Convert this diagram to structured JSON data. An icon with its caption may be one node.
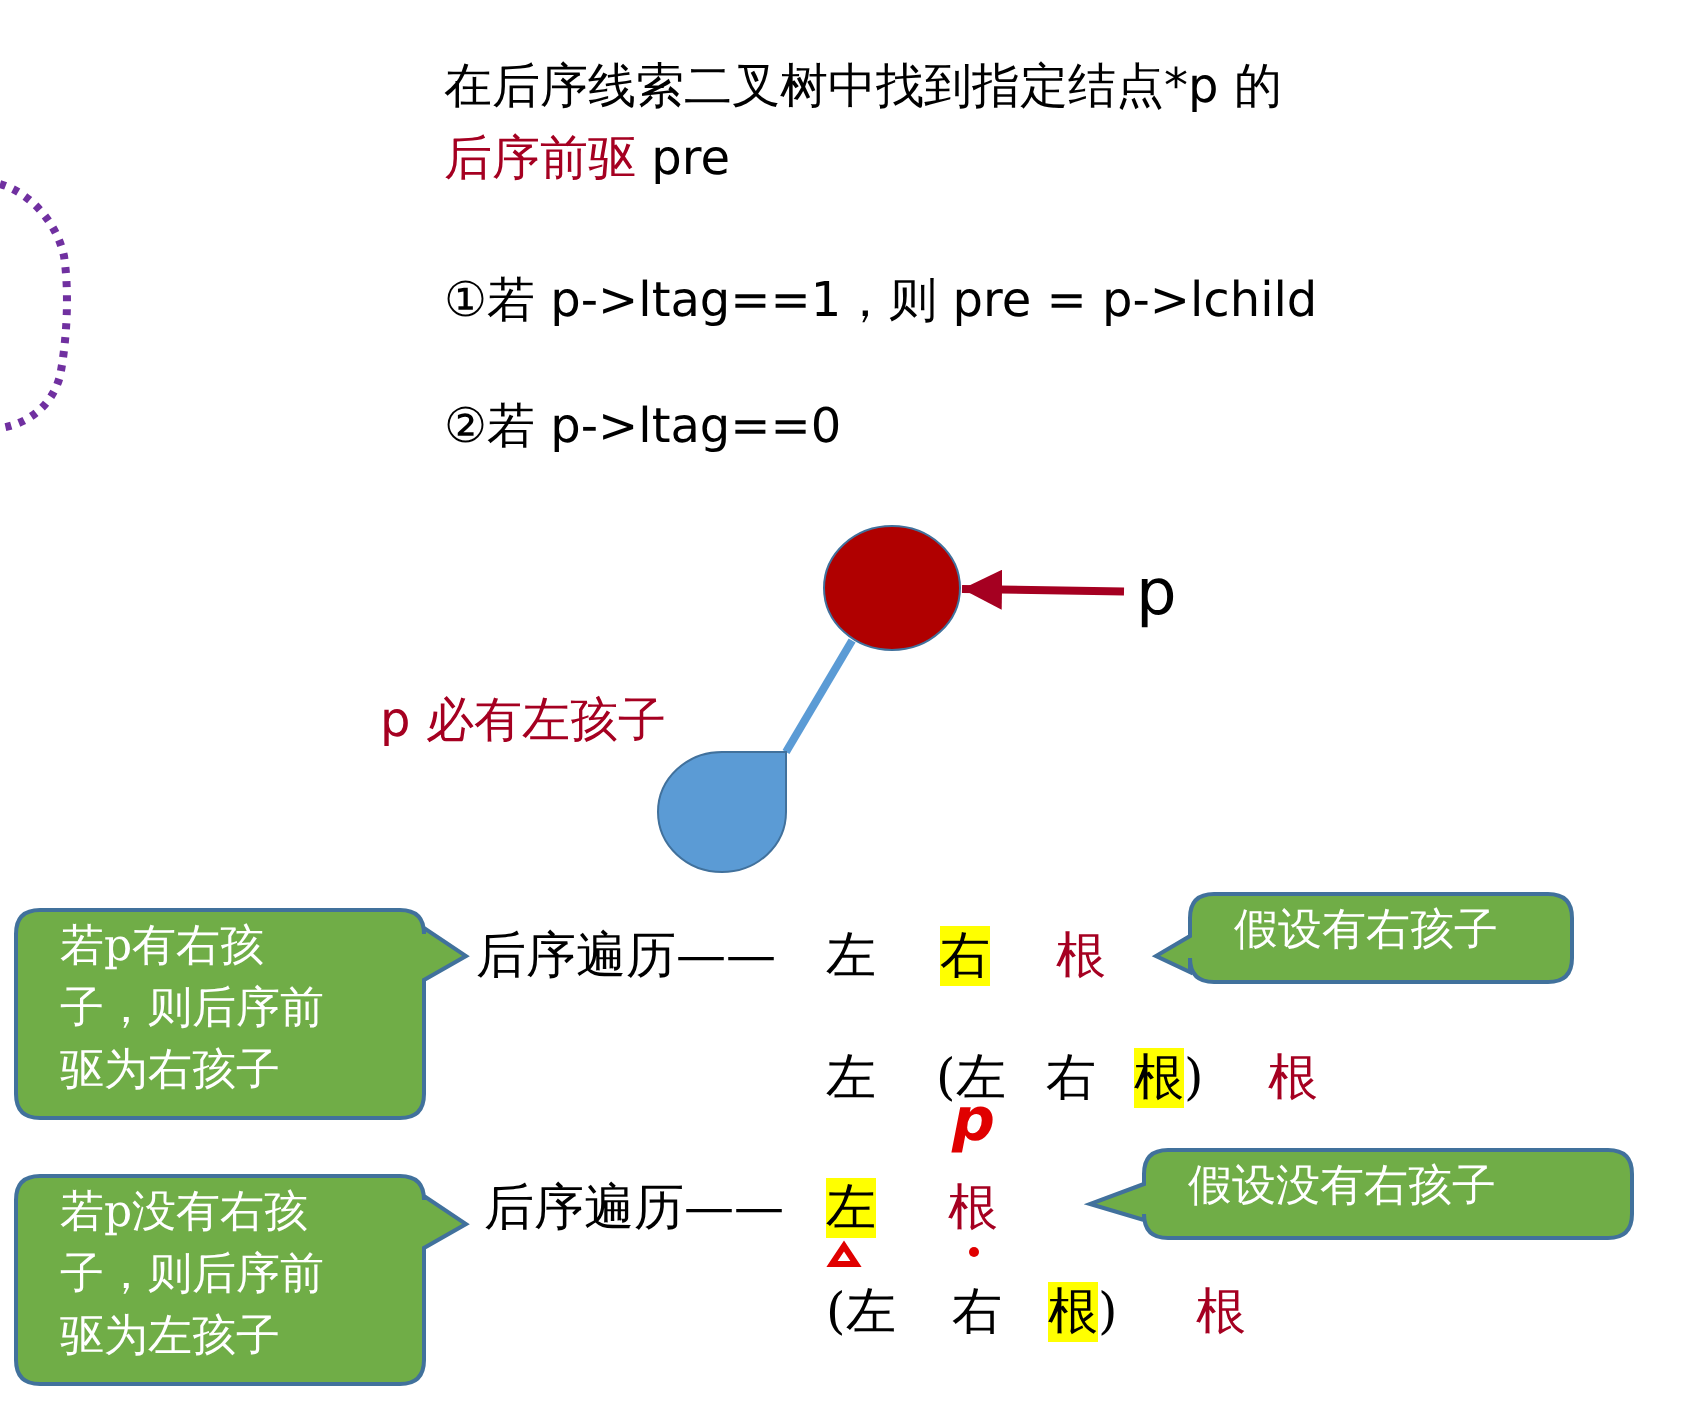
{
  "diagram": {
    "title": "在后序线索二叉树中找到指定结点*p 的**后序前驱** pre",
    "nodes": [
      {
        "text": [],
        "shape": "circle"
      },
      {
        "text": [
          "p"
        ]
      },
      {
        "text": [],
        "shape": "teardrop"
      },
      {
        "text": [
          "若p有右孩子，则后序前驱为右孩子"
        ]
      },
      {
        "text": [
          "假设有右孩子"
        ]
      },
      {
        "text": [
          "若p没有右孩子，则后序前驱为左孩子"
        ]
      },
      {
        "text": [
          "假设没有右孩子"
        ]
      }
    ],
    "edges": [
      {
        "from": 1,
        "to": 0,
        "arrow": "to",
        "color": "#a50021"
      },
      {
        "from": 0,
        "to": 2,
        "arrow": "none",
        "color": "#5b9bd5"
      }
    ],
    "labels": [
      "①若 p->ltag==1，则 pre = p->lchild",
      "②若 p->ltag==0",
      "p 必有左孩子",
      "后序遍历——",
      "左",
      "右",
      "根",
      "左",
      "(左",
      "右",
      "根",
      ")",
      "根",
      "p",
      "后序遍历——",
      "左",
      "根",
      "(左",
      "右",
      "根",
      ")",
      "根"
    ]
  }
}
